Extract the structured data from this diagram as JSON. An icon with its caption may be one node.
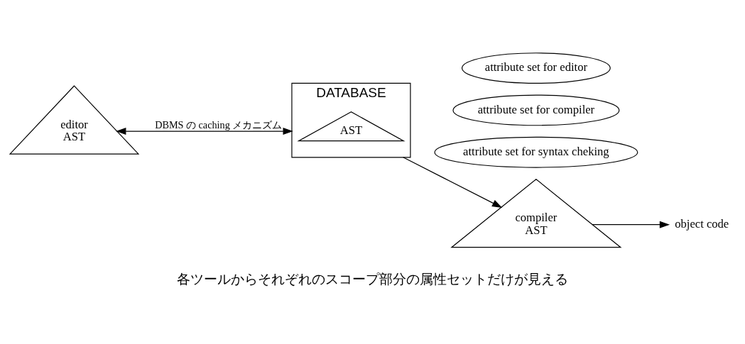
{
  "diagram": {
    "caption": "各ツールからそれぞれのスコープ部分の属性セットだけが見える",
    "nodes": [
      {
        "text": [
          "editor",
          "AST"
        ]
      },
      {
        "text": [
          "DATABASE"
        ]
      },
      {
        "text": [
          "AST"
        ],
        "in": 1
      },
      {
        "text": [
          "attribute set for editor"
        ]
      },
      {
        "text": [
          "attribute set for compiler"
        ]
      },
      {
        "text": [
          "attribute set for syntax cheking"
        ]
      },
      {
        "text": [
          "compiler",
          "AST"
        ]
      },
      {
        "text": [
          "object code"
        ]
      }
    ],
    "edges": [
      {
        "from": 0,
        "to": 1,
        "arrow": "both",
        "label": "DBMS の caching メカニズム"
      },
      {
        "from": 1,
        "to": 6,
        "arrow": "to"
      },
      {
        "from": 6,
        "to": 7,
        "arrow": "to"
      }
    ]
  }
}
